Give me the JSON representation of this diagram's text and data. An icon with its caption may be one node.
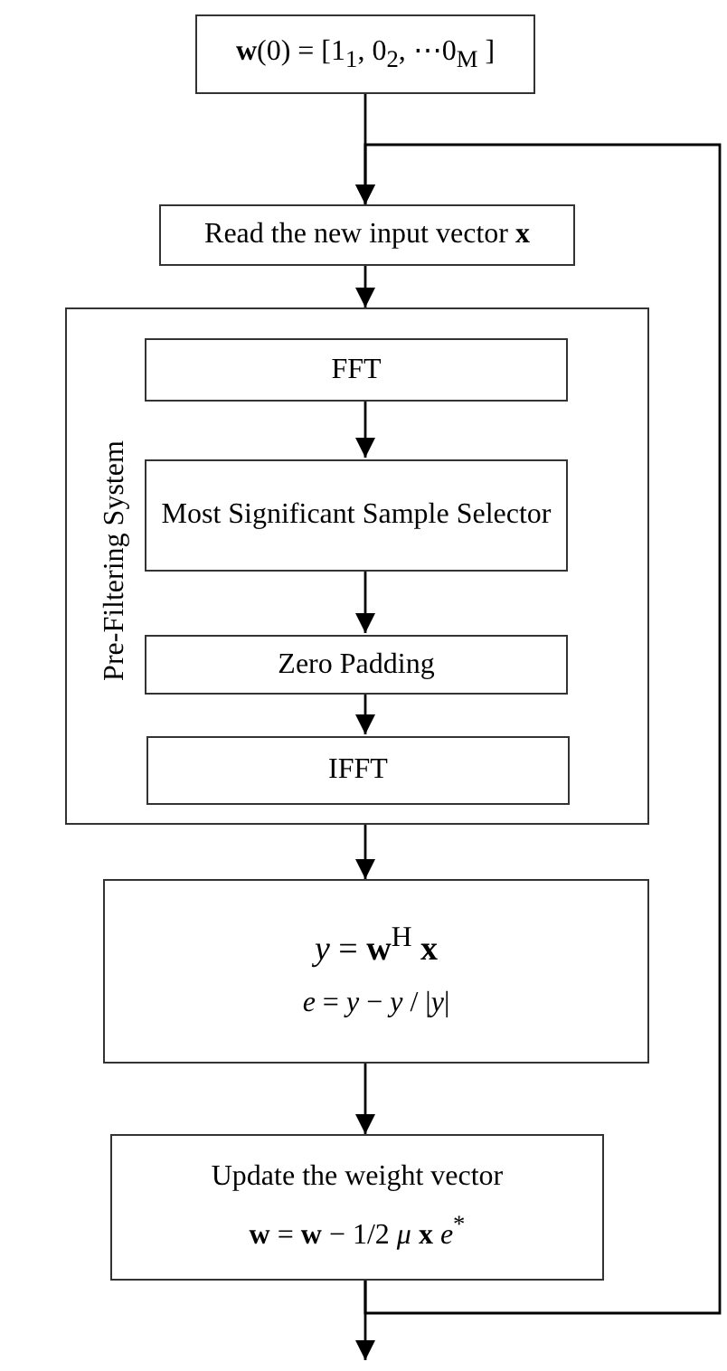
{
  "diagram": {
    "nodes": [
      {
        "text": [
          "**w**(0) = [1$_{1}$, 0$_{2}$, ⋯0$_{M}$ ]"
        ]
      },
      {
        "text": [
          "Read the new input vector **x**"
        ]
      },
      {
        "text": [
          "Pre-Filtering System"
        ]
      },
      {
        "text": [
          "FFT"
        ],
        "in": 2
      },
      {
        "text": [
          "Most Significant Sample Selector"
        ],
        "in": 2
      },
      {
        "text": [
          "Zero Padding"
        ],
        "in": 2
      },
      {
        "text": [
          "IFFT"
        ],
        "in": 2
      },
      {
        "text": [
          "*y* = **w**$^{H}$ **x**",
          "*e* = *y* − *y* / |*y*|"
        ]
      },
      {
        "text": [
          "Update the weight vector",
          "**w** = **w** − 1/2 *μ* **x** *e*$^{*}$"
        ]
      }
    ],
    "edges": [
      {
        "from": 0,
        "to": 1,
        "arrow": "to"
      },
      {
        "from": 1,
        "to": 2,
        "arrow": "to"
      },
      {
        "from": 3,
        "to": 4,
        "arrow": "to"
      },
      {
        "from": 4,
        "to": 5,
        "arrow": "to"
      },
      {
        "from": 5,
        "to": 6,
        "arrow": "to"
      },
      {
        "from": 2,
        "to": 7,
        "arrow": "to"
      },
      {
        "from": 7,
        "to": 8,
        "arrow": "to"
      },
      {
        "from": 8,
        "to": null,
        "arrow": "to"
      },
      {
        "from": 8,
        "to": 1,
        "arrow": "to"
      }
    ]
  }
}
